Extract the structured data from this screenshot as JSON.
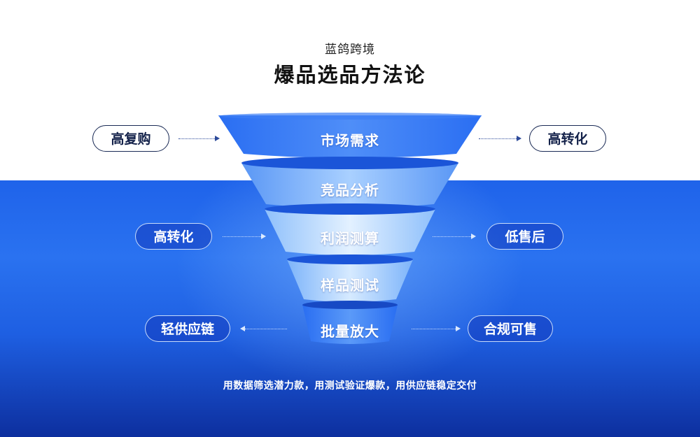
{
  "header": {
    "brand": "蓝鸽跨境",
    "title": "爆品选品方法论"
  },
  "funnel": {
    "stages": [
      "市场需求",
      "竞品分析",
      "利润测算",
      "样品测试",
      "批量放大"
    ]
  },
  "side_labels": {
    "left": [
      "高复购",
      "高转化",
      "轻供应链"
    ],
    "right": [
      "高转化",
      "低售后",
      "合规可售"
    ]
  },
  "footer": {
    "text": "用数据筛选潜力款，用测试验证爆款，用供应链稳定交付"
  },
  "colors": {
    "primary_blue": "#1f63ea",
    "deep_blue": "#0d2f9e",
    "funnel_light": "#cfe6ff"
  }
}
